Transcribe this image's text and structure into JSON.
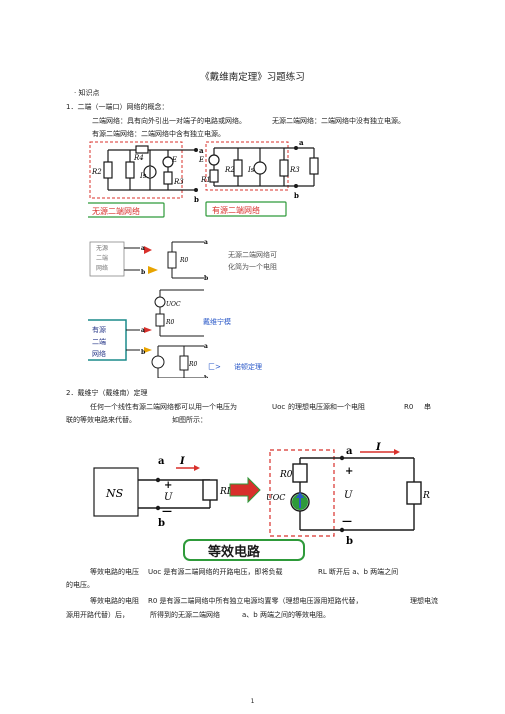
{
  "doc": {
    "title": "《戴维南定理》习题练习",
    "section_marker": "· 知识点",
    "item1": "1．二端（一端口）网络的概念：",
    "line_two_port": "二端网络：具有向外引出一对端子的电路或网络。",
    "line_passive": "无源二端网络：二端网络中没有独立电源。",
    "line_active": "有源二端网络：二端网络中含有独立电源。",
    "item2": "2．戴维宁（戴维南）定理",
    "thevenin_p1a": "任何一个线性有源二端网络都可以用一个电压为",
    "thevenin_uoc": "Uoc",
    "thevenin_p1b": "的理想电压源和一个电阻",
    "thevenin_r0": "R0",
    "thevenin_p1c": "串",
    "thevenin_p2a": "联的等效电路来代替。",
    "thevenin_p2b": "如图所示：",
    "eq_p1a": "等效电路的电压",
    "eq_p1b": "Uoc 是有源二端网络的开路电压，即将负载",
    "eq_p1c": "RL 断开后 a、b 两端之间",
    "eq_p2": "的电压。",
    "eq_p3a": "等效电路的电阻",
    "eq_p3b": "R0 是有源二端网络中所有独立电源均置零（理想电压源用短路代替，",
    "eq_p3c": "理想电流",
    "eq_p4a": "源用开路代替）后，",
    "eq_p4b": "所得到的无源二端网络",
    "eq_p4c": "a、b 两端之间的等效电阻。",
    "page_number": "1"
  },
  "fig1": {
    "passive_label": "无源二端网络",
    "active_label": "有源二端网络",
    "a": "a",
    "b": "b",
    "R1": "R1",
    "R2": "R2",
    "R3": "R3",
    "R4": "R4",
    "E": "E",
    "Is": "Is"
  },
  "fig2": {
    "box_label_1": "无源",
    "box_label_2": "二端",
    "box_label_3": "网络",
    "note_1": "无源二端网络可",
    "note_2": "化简为一个电阻",
    "R0": "R0",
    "a": "a",
    "b": "b",
    "uoc": "UOC",
    "thevenin_label": "戴维宁模",
    "active_1": "有源",
    "active_2": "二端",
    "active_3": "网络",
    "norton_label": "诺顿定理",
    "arrow_text": "匚>"
  },
  "fig3": {
    "ns": "NS",
    "a": "a",
    "b": "b",
    "I": "I",
    "U": "U",
    "plus": "+",
    "minus": "—",
    "RL": "RL",
    "R0": "R0",
    "UOC": "UOC",
    "equiv_label": "等效电路"
  },
  "colors": {
    "red": "#d8302b",
    "blue": "#2a58c8",
    "green": "#2e9a3a",
    "dark": "#1a1a1a"
  }
}
